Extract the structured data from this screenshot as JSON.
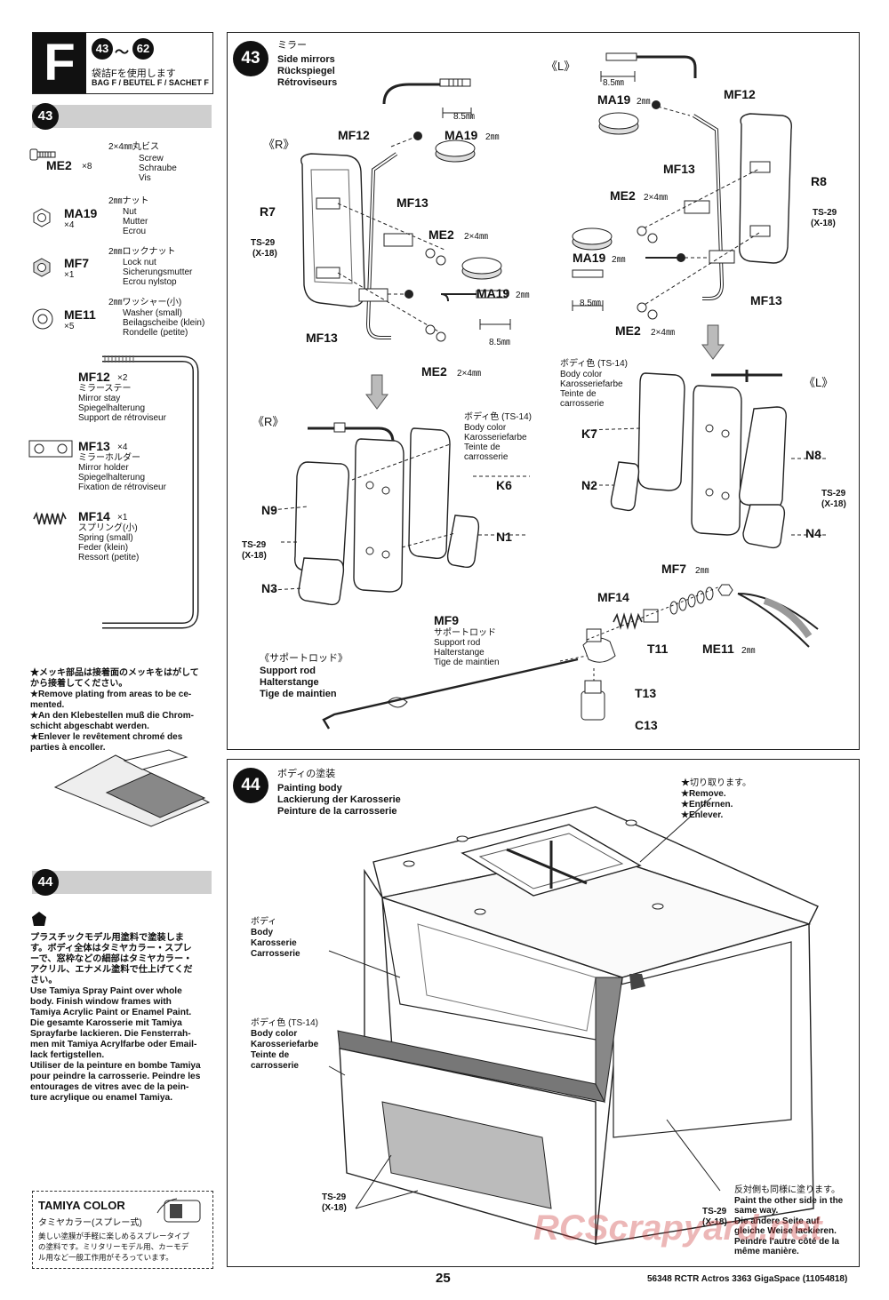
{
  "header": {
    "bag_letter": "F",
    "step_from": "43",
    "step_tilde": "～",
    "step_to": "62",
    "bag_jp": "袋詰Fを使用します",
    "bag_multi": "BAG F / BEUTEL F / SACHET F"
  },
  "sidebar": {
    "step43_number": "43",
    "parts": [
      {
        "code": "ME2",
        "qty": "×8",
        "size_jp": "2×4㎜丸ビス",
        "names": [
          "Screw",
          "Schraube",
          "Vis"
        ]
      },
      {
        "code": "MA19",
        "qty": "×4",
        "size_jp": "2㎜ナット",
        "names": [
          "Nut",
          "Mutter",
          "Ecrou"
        ]
      },
      {
        "code": "MF7",
        "qty": "×1",
        "size_jp": "2㎜ロックナット",
        "names": [
          "Lock nut",
          "Sicherungsmutter",
          "Ecrou nylstop"
        ]
      },
      {
        "code": "ME11",
        "qty": "×5",
        "size_jp": "2㎜ワッシャー(小)",
        "names": [
          "Washer (small)",
          "Beilagscheibe (klein)",
          "Rondelle (petite)"
        ]
      }
    ],
    "long_parts": [
      {
        "code": "MF12",
        "qty": "×2",
        "jp": "ミラーステー",
        "names": [
          "Mirror stay",
          "Spiegelhalterung",
          "Support de rétroviseur"
        ]
      },
      {
        "code": "MF13",
        "qty": "×4",
        "jp": "ミラーホルダー",
        "names": [
          "Mirror holder",
          "Spiegelhalterung",
          "Fixation de rétroviseur"
        ]
      },
      {
        "code": "MF14",
        "qty": "×1",
        "jp": "スプリング(小)",
        "names": [
          "Spring (small)",
          "Feder (klein)",
          "Ressort (petite)"
        ]
      }
    ],
    "plating_notes": [
      "★メッキ部品は接着面のメッキをはがして",
      "から接着してください。",
      "★Remove plating from areas to be ce-",
      "mented.",
      "★An den Klebestellen muß die Chrom-",
      "schicht abgeschabt werden.",
      "★Enlever le revêtement chromé des",
      "parties à encoller."
    ],
    "step44_number": "44",
    "paint_notes": [
      "プラスチックモデル用塗料で塗装しま",
      "す。ボディ全体はタミヤカラー・スプレ",
      "ーで、窓枠などの細部はタミヤカラー・",
      "アクリル、エナメル塗料で仕上げてくだ",
      "さい。",
      "Use Tamiya Spray Paint over whole",
      "body. Finish window frames with",
      "Tamiya Acrylic Paint or Enamel Paint.",
      "Die gesamte Karosserie mit Tamiya",
      "Sprayfarbe lackieren. Die Fensterrah-",
      "men mit Tamiya Acrylfarbe oder Email-",
      "lack fertigstellen.",
      "Utiliser de la peinture en bombe Tamiya",
      "pour peindre la carrosserie. Peindre les",
      "entourages de vitres avec de la pein-",
      "ture acrylique ou enamel Tamiya."
    ],
    "tamiya_color": {
      "title": "TAMIYA COLOR",
      "subtitle": "タミヤカラー(スプレー式)",
      "lines": [
        "美しい塗膜が手軽に楽しめるスプレータイプ",
        "の塗料です。ミリタリーモデル用、カーモデ",
        "ル用など一般工作用がそろっています。"
      ]
    }
  },
  "step43": {
    "number": "43",
    "title_jp": "ミラー",
    "title": [
      "Side mirrors",
      "Rückspiegel",
      "Rétroviseurs"
    ],
    "right_tag": "《R》",
    "left_tag": "《L》",
    "dim": "8.5㎜",
    "size_2mm": "2㎜",
    "size_2x4": "2×4㎜",
    "labels": {
      "MF12": "MF12",
      "MF13": "MF13",
      "MA19": "MA19",
      "ME2": "ME2",
      "R7": "R7",
      "R8": "R8",
      "ts29": "TS-29",
      "x18": "(X-18)",
      "N9": "N9",
      "N3": "N3",
      "K6": "K6",
      "N1": "N1",
      "K7": "K7",
      "N2": "N2",
      "N8": "N8",
      "N4": "N4",
      "MF7": "MF7",
      "MF14": "MF14",
      "MF9": "MF9",
      "T11": "T11",
      "ME11": "ME11",
      "T13": "T13",
      "C13": "C13"
    },
    "body_color": {
      "jp": "ボディ色 (TS-14)",
      "lines": [
        "Body color",
        "Karosseriefarbe",
        "Teinte de",
        "carrosserie"
      ]
    },
    "support_rod_jp": "サポートロッド",
    "support_rod_lines": [
      "Support rod",
      "Halterstange",
      "Tige de maintien"
    ],
    "support_rod_tag": "《サポートロッド》"
  },
  "step44": {
    "number": "44",
    "title_jp": "ボディの塗装",
    "title": [
      "Painting body",
      "Lackierung der Karosserie",
      "Peinture de la carrosserie"
    ],
    "remove": [
      "★切り取ります。",
      "★Remove.",
      "★Entfernen.",
      "★Enlever."
    ],
    "body_jp": "ボディ",
    "body": [
      "Body",
      "Karosserie",
      "Carrosserie"
    ],
    "body_color_jp": "ボディ色 (TS-14)",
    "body_color": [
      "Body color",
      "Karosseriefarbe",
      "Teinte de",
      "carrosserie"
    ],
    "ts29": "TS-29",
    "x18": "(X-18)",
    "other_side": [
      "反対側も同様に塗ります。",
      "Paint the other side in the",
      "same way.",
      "Die andere Seite auf",
      "gleiche Weise lackieren.",
      "Peindre l'autre côté de la",
      "même manière."
    ]
  },
  "footer": {
    "page": "25",
    "doc": "56348 RCTR Actros 3363 GigaSpace (11054818)",
    "watermark": "RCScrapyard.net"
  }
}
